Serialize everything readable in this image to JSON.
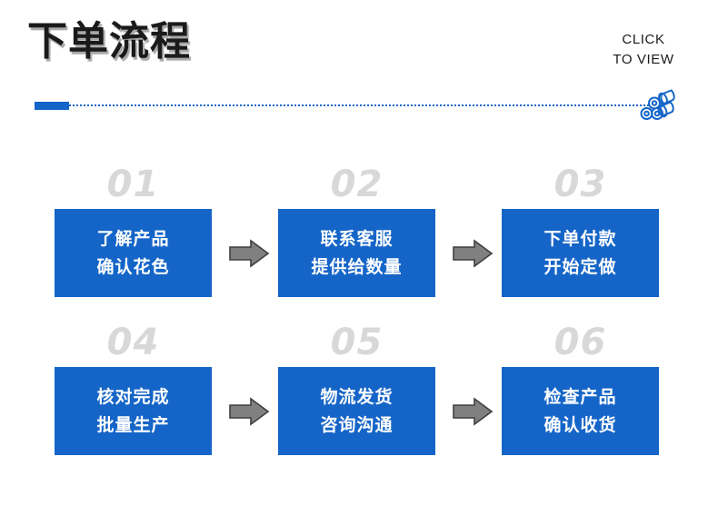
{
  "slide": {
    "title": "下单流程",
    "callout": {
      "line1": "CLICK",
      "line2": "TO VIEW"
    },
    "icon_name": "paper-rolls-icon",
    "accent_color": "#1565c8",
    "number_color": "#d8d8d8",
    "arrow_color": "#808080",
    "arrow_outline_color": "#3f3f3f"
  },
  "flow": {
    "rows": [
      {
        "steps": [
          {
            "number": "01",
            "line1": "了解产品",
            "line2": "确认花色"
          },
          {
            "number": "02",
            "line1": "联系客服",
            "line2": "提供给数量"
          },
          {
            "number": "03",
            "line1": "下单付款",
            "line2": "开始定做"
          }
        ]
      },
      {
        "steps": [
          {
            "number": "04",
            "line1": "核对完成",
            "line2": "批量生产"
          },
          {
            "number": "05",
            "line1": "物流发货",
            "line2": "咨询沟通"
          },
          {
            "number": "06",
            "line1": "检查产品",
            "line2": "确认收货"
          }
        ]
      }
    ]
  }
}
